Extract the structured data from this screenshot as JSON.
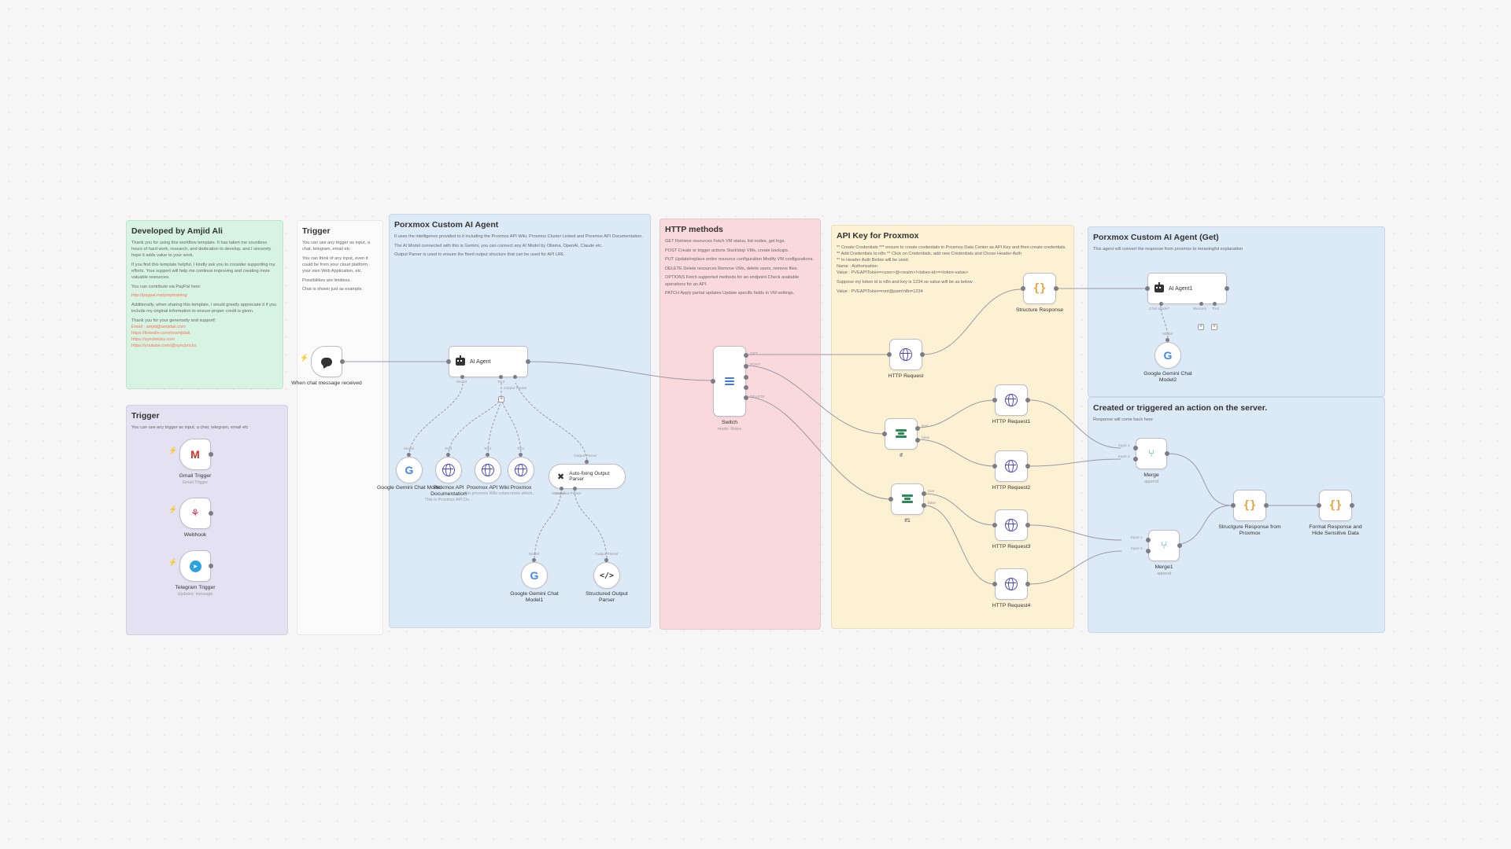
{
  "notes": {
    "developer": {
      "title": "Developed by Amjid Ali",
      "p1": "Thank you for using this workflow template. It has taken me countless hours of hard work, research, and dedication to develop, and I sincerely hope it adds value to your work.",
      "p2": "If you find this template helpful, I kindly ask you to consider supporting my efforts. Your support will help me continue improving and creating more valuable resources.",
      "p3": "You can contribute via PayPal here:",
      "paypal": "http://paypal.me/pmptraining",
      "p4": "Additionally, when sharing this template, I would greatly appreciate it if you include my original information to ensure proper credit is given.",
      "p5": "Thank you for your generosity and support!",
      "email": "Email : amjid@amjidali.com",
      "link1": "https://linkedin.com/in/amjidali",
      "link2": "https://syncbricks.com",
      "link3": "https://youtube.com/@syncbricks"
    },
    "trigger_left": {
      "title": "Trigger",
      "text": "You can use any trigger as input, a chat, telegram, email etc"
    },
    "trigger_mid": {
      "title": "Trigger",
      "p1": "You can use any trigger as input, a chat, telegram, email etc",
      "p2": "You can think of any input, even it could be from your cloud platform, your own Web Application, etc.",
      "p3": "Possibilities are limitless.",
      "p4": "Chat is shown just as example."
    },
    "custom_agent": {
      "title": "Porxmox Custom AI Agent",
      "p1": "It uses the intelligence provided to it including the Proxmox API Wiki, Proxmox Cluster Linked and Proxmox API Documentation.",
      "p2": "The AI Model connected with this is Gemini, you can connect any AI Model by Ollama, OpenAI, Claude etc.",
      "p3": "Output Parser is used to ensure the fixed output structure that can be used for API URL"
    },
    "http_methods": {
      "title": "HTTP methods",
      "get": "GET Retrieve resources Fetch VM status, list nodes, get logs.",
      "post": "POST Create or trigger actions Start/stop VMs, create backups.",
      "put": "PUT Update/replace entire resource configuration Modify VM configurations.",
      "delete": "DELETE Delete resources Remove VMs, delete users, remove files.",
      "options": "OPTIONS Fetch supported methods for an endpoint Check available operations for an API.",
      "patch": "PATCH Apply partial updates Update specific fields in VM settings."
    },
    "api_key": {
      "title": "API Key for Proxmox",
      "p1": "** Create Credentials *** ensure to create credentials in Proxmox Data Center as API Key and then create credentials.",
      "p2": "** Add Credentials to n8n ** Click on Credentials, add new Credentials and Chose Header Auth",
      "p3": "** In Header Auth Below will be used",
      "p4": "Name : Authorization",
      "p5": "Value : PVEAPIToken=<user>@<realm>!<token-id>=<token-value>",
      "p6": "Suppose my token id is n8n and key is 1234 so value will be as below",
      "p7": "Value : PVEAPIToken=root@pam!n8n=1234"
    },
    "agent_get": {
      "title": "Porxmox Custom AI Agent (Get)",
      "text": "This agent will convert the response from proxmox to meaningful explanation"
    },
    "server_action": {
      "title": "Created or triggered an action on the server.",
      "text": "Response will come back here"
    }
  },
  "nodes": {
    "gmail": {
      "label": "Gmail Trigger",
      "sub": "Gmail Trigger"
    },
    "webhook": {
      "label": "Webhook"
    },
    "telegram": {
      "label": "Telegram Trigger",
      "sub": "Updates: message"
    },
    "chat": {
      "label": "When chat message received"
    },
    "agent": {
      "label": "AI Agent",
      "ports": [
        "Model",
        "Tool",
        "Output Parser"
      ]
    },
    "gemini": {
      "label": "Google Gemini Chat Model",
      "port": "Model"
    },
    "tool_doc": {
      "label": "Proxmox API Documentation",
      "port": "Tool",
      "sub": "This is Proxmox API Do..."
    },
    "tool_wiki": {
      "label": "Proxmox API Wiki",
      "port": "Tool",
      "sub": "the proxmox Wiki co..."
    },
    "tool_proxmox": {
      "label": "Proxmox",
      "port": "Tool",
      "sub": "becomes which..."
    },
    "autofix": {
      "label": "Auto-fixing Output Parser",
      "top_port": "Output Parser",
      "ports": [
        "Model",
        "Structured Parser"
      ]
    },
    "gemini1": {
      "label": "Google Gemini Chat Model1",
      "port": "Model"
    },
    "structured": {
      "label": "Structured Output Parser",
      "port": "Output Parser"
    },
    "switch": {
      "label": "Switch",
      "sub": "mode: Rules",
      "ports": [
        "GET",
        "POST",
        "",
        "DELETE",
        ""
      ]
    },
    "http": {
      "label": "HTTP Request"
    },
    "if": {
      "label": "If",
      "ports": [
        "true",
        "false"
      ]
    },
    "if1": {
      "label": "If1",
      "ports": [
        "true",
        "false"
      ]
    },
    "http1": {
      "label": "HTTP Request1"
    },
    "http2": {
      "label": "HTTP Request2"
    },
    "http3": {
      "label": "HTTP Request3"
    },
    "http4": {
      "label": "HTTP Request4"
    },
    "structure": {
      "label": "Structure Response"
    },
    "agent1": {
      "label": "AI Agent1",
      "ports": [
        "Chat Model*",
        "Memory",
        "Tool"
      ]
    },
    "gemini2": {
      "label": "Google Gemini Chat Model2",
      "port": "Model"
    },
    "merge": {
      "label": "Merge",
      "sub": "append",
      "ports": [
        "Input 1",
        "Input 2"
      ]
    },
    "merge1": {
      "label": "Merge1",
      "sub": "append",
      "ports": [
        "Input 1",
        "Input 2"
      ]
    },
    "structure_proxmox": {
      "label": "Structgure Response from Proxmox"
    },
    "format": {
      "label": "Format Response and Hide Sensitive Data"
    }
  },
  "icons": {
    "chat": "chat-bubble-icon",
    "agent": "robot-icon",
    "google": "google-g-icon",
    "http": "globe-icon",
    "switch": "switch-icon",
    "if": "if-icon",
    "merge": "merge-icon",
    "code": "braces-icon",
    "parser": "code-icon",
    "tool": "wrench-icon",
    "gmail": "gmail-icon",
    "webhook": "webhook-icon",
    "telegram": "telegram-icon"
  },
  "colors": {
    "accent": "#ff6d5a",
    "edge": "#9a9aa4",
    "port": "#7d7d87",
    "note_green": "#d7f3e1",
    "note_purple": "#e4e1f3",
    "note_blue": "#dce9f7",
    "note_pink": "#f9d9dc",
    "note_yellow": "#fdf1d3"
  }
}
